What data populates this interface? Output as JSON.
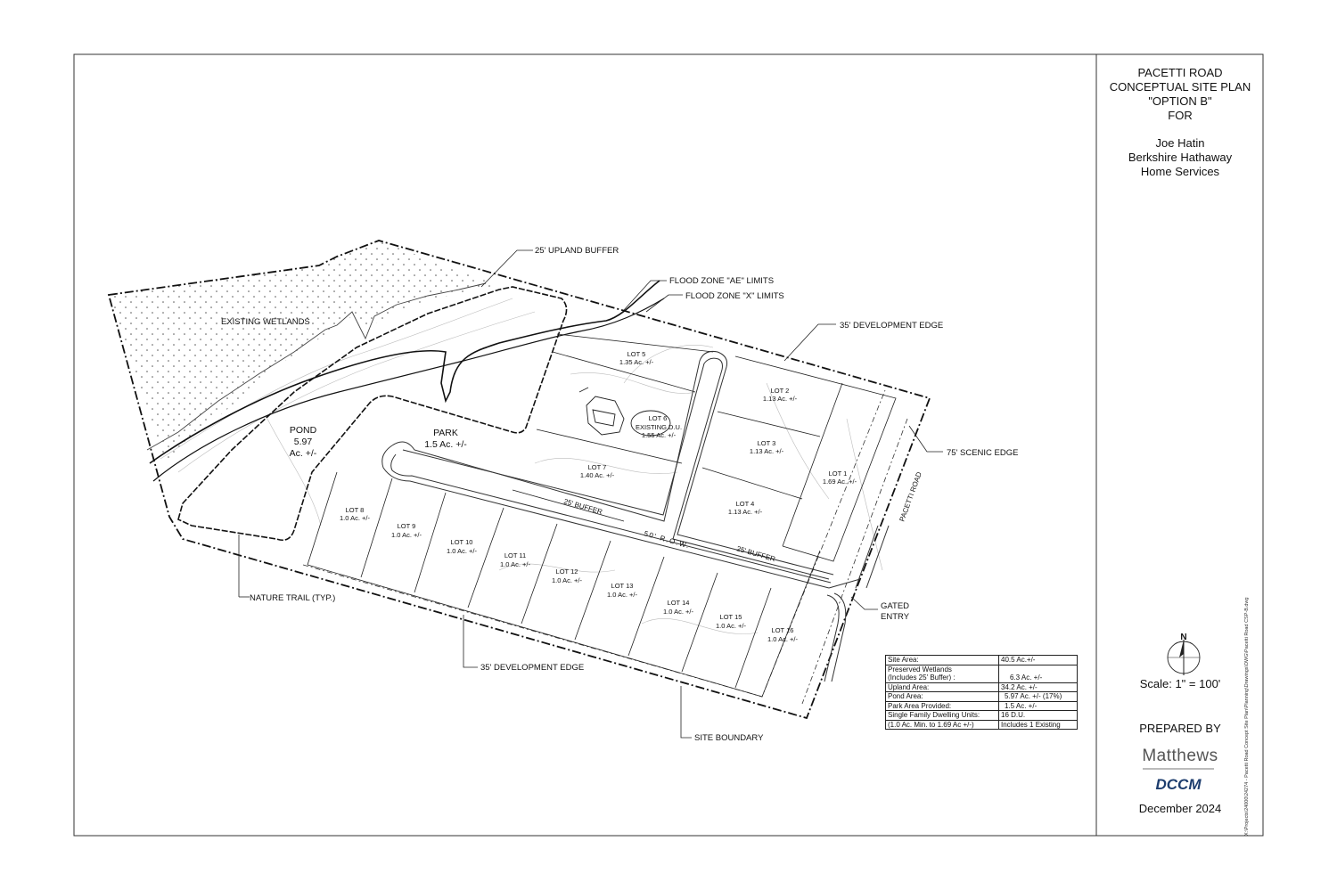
{
  "title_block": {
    "lines": [
      "PACETTI ROAD",
      "CONCEPTUAL SITE PLAN",
      "\"OPTION B\"",
      "FOR"
    ],
    "client_lines": [
      "Joe Hatin",
      "Berkshire Hathaway",
      "Home Services"
    ],
    "north_label": "N",
    "scale": "Scale: 1\" = 100'",
    "prepared_by": "PREPARED BY",
    "firm_name": "Matthews",
    "firm_logo_text": "DCCM",
    "date": "December 2024"
  },
  "file_path": "X:\\Projects\\24000\\24274 - Pacetti Road Concept Site Plan\\Planning\\Drawings\\DWG\\Pacetti Road CSP-B.dwg",
  "callouts": {
    "upland_buffer": "25' UPLAND BUFFER",
    "flood_ae": "FLOOD ZONE \"AE\" LIMITS",
    "flood_x": "FLOOD ZONE \"X\" LIMITS",
    "dev_edge_top": "35' DEVELOPMENT EDGE",
    "scenic_edge": "75' SCENIC EDGE",
    "gated_entry_1": "GATED",
    "gated_entry_2": "ENTRY",
    "site_boundary": "SITE BOUNDARY",
    "dev_edge_bottom": "35' DEVELOPMENT EDGE",
    "nature_trail": "NATURE TRAIL (TYP.)"
  },
  "areas": {
    "wetlands": "EXISTING WETLANDS",
    "pond_1": "POND",
    "pond_2": "5.97",
    "pond_3": "Ac. +/-",
    "park_1": "PARK",
    "park_2": "1.5 Ac. +/-",
    "road": "PACETTI ROAD",
    "buffer_1": "25' BUFFER",
    "buffer_2": "25' BUFFER",
    "row": "50' R.O.W."
  },
  "lots": [
    {
      "name": "LOT 1",
      "area": "1.69 Ac. +/-"
    },
    {
      "name": "LOT 2",
      "area": "1.13 Ac. +/-"
    },
    {
      "name": "LOT 3",
      "area": "1.13 Ac. +/-"
    },
    {
      "name": "LOT 4",
      "area": "1.13 Ac. +/-"
    },
    {
      "name": "LOT 5",
      "area": "1.35 Ac. +/-"
    },
    {
      "name": "LOT 6",
      "area": "EXISTING D.U.",
      "area2": "1.55 Ac. +/-"
    },
    {
      "name": "LOT 7",
      "area": "1.40 Ac. +/-"
    },
    {
      "name": "LOT 8",
      "area": "1.0 Ac. +/-"
    },
    {
      "name": "LOT 9",
      "area": "1.0 Ac. +/-"
    },
    {
      "name": "LOT 10",
      "area": "1.0 Ac. +/-"
    },
    {
      "name": "LOT 11",
      "area": "1.0 Ac. +/-"
    },
    {
      "name": "LOT 12",
      "area": "1.0 Ac. +/-"
    },
    {
      "name": "LOT 13",
      "area": "1.0 Ac. +/-"
    },
    {
      "name": "LOT 14",
      "area": "1.0 Ac. +/-"
    },
    {
      "name": "LOT 15",
      "area": "1.0 Ac. +/-"
    },
    {
      "name": "LOT 16",
      "area": "1.0 Ac. +/-"
    }
  ],
  "summary": [
    {
      "label": "Site Area:",
      "value": "40.5 Ac.+/-"
    },
    {
      "label": "Preserved Wetlands",
      "label2": "(Includes 25' Buffer) :",
      "value": "6.3 Ac. +/-"
    },
    {
      "label": "Upland Area:",
      "value": "34.2 Ac. +/-"
    },
    {
      "label": "Pond Area:",
      "value": "5.97 Ac. +/- (17%)"
    },
    {
      "label": "Park Area Provided:",
      "value": "1.5 Ac. +/-"
    },
    {
      "label": "Single Family Dwelling Units:",
      "value": "16 D.U."
    },
    {
      "label": "(1.0 Ac. Min. to 1.69 Ac +/-)",
      "value": "Includes 1 Existing"
    }
  ]
}
